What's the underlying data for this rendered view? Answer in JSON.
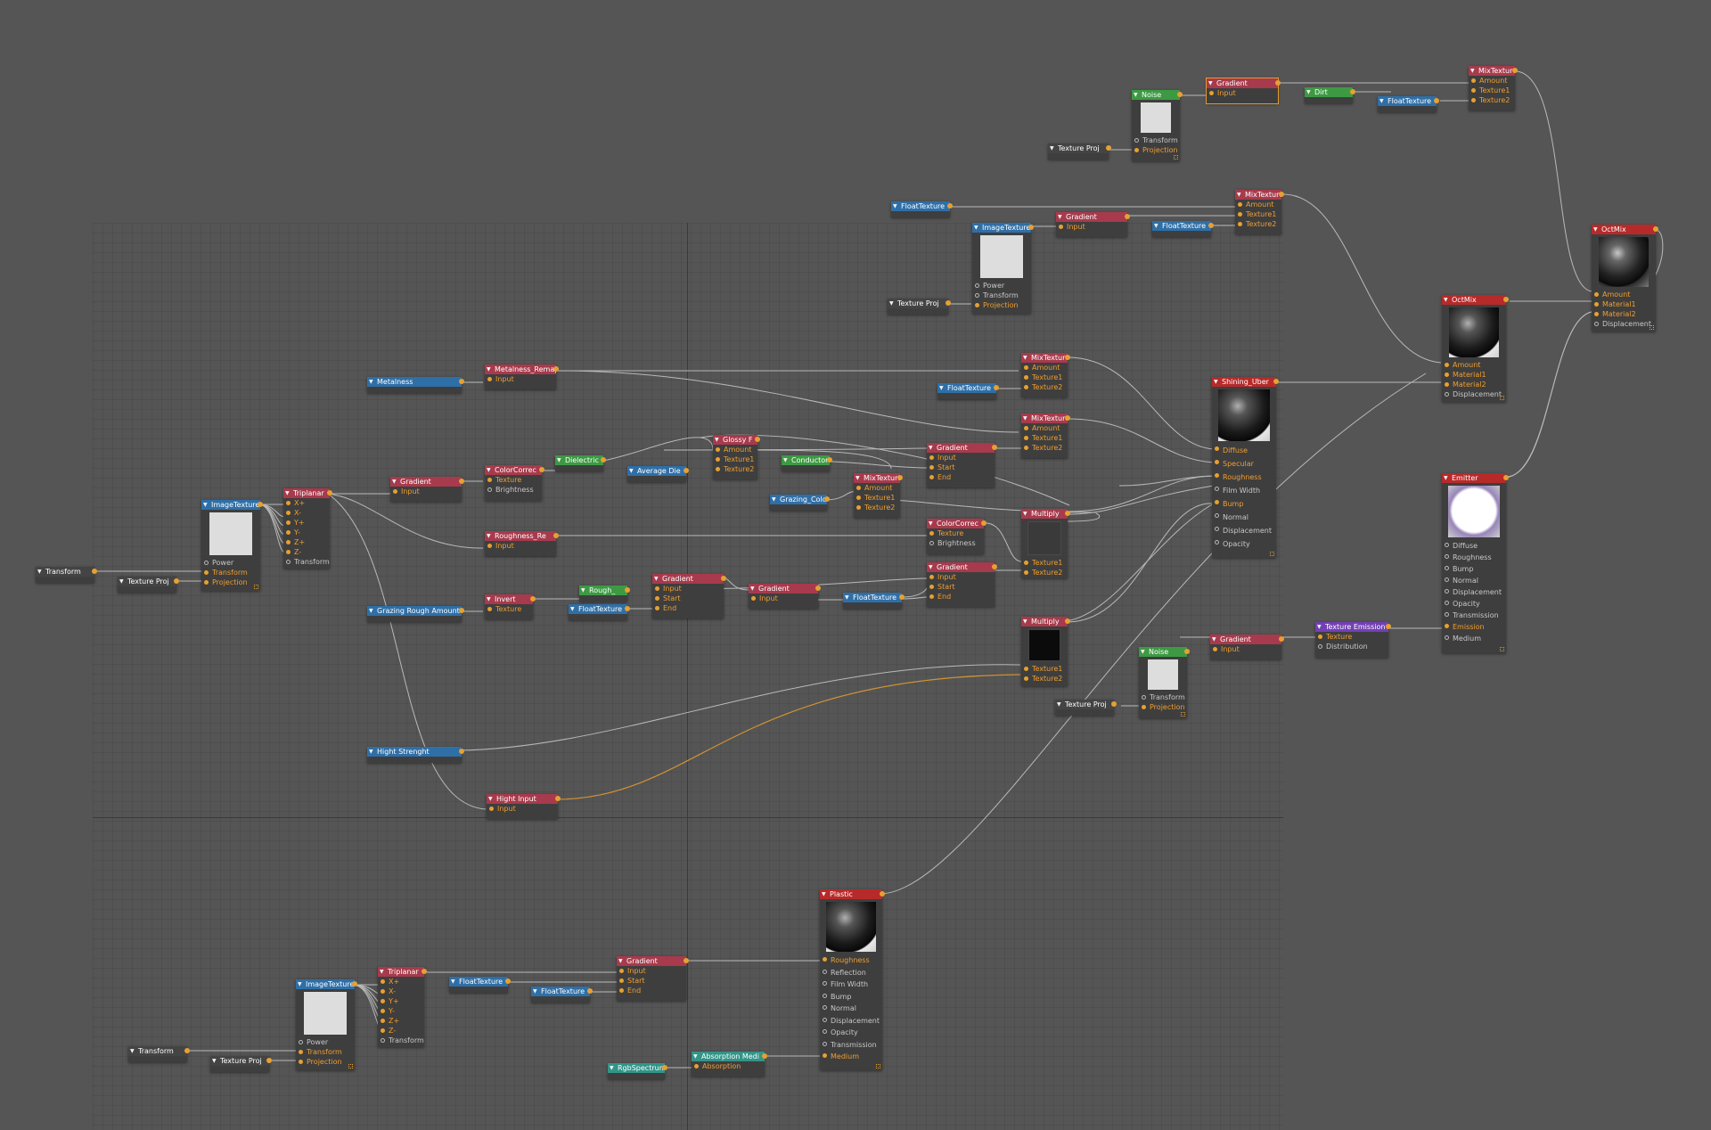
{
  "colors": {
    "background": "#555555",
    "port": "#e7a030",
    "texture_node": "#a73a4c",
    "material_node": "#b72a2a",
    "value_node": "#2f6fa7",
    "green_node": "#3d9a43",
    "teal_node": "#339488",
    "emission_node": "#7340b3"
  },
  "icons": {
    "collapse": "triangle-down-icon",
    "port": "port-dot-icon",
    "resize": "resize-grip-icon"
  },
  "nodes": {
    "noise_top": {
      "title": "Noise",
      "ports": [
        "Transform",
        "Projection"
      ]
    },
    "tex_proj_top": {
      "title": "Texture Proj"
    },
    "gradient_top": {
      "title": "Gradient",
      "ports": [
        "Input"
      ]
    },
    "dirt": {
      "title": "Dirt"
    },
    "float_dirt": {
      "title": "FloatTexture"
    },
    "mix_top": {
      "title": "MixTexture",
      "ports": [
        "Amount",
        "Texture1",
        "Texture2"
      ]
    },
    "float_upper": {
      "title": "FloatTexture"
    },
    "image_upper": {
      "title": "ImageTexture",
      "ports": [
        "Power",
        "Transform",
        "Projection"
      ]
    },
    "gradient_upper": {
      "title": "Gradient",
      "ports": [
        "Input"
      ]
    },
    "float_upper2": {
      "title": "FloatTexture"
    },
    "mix_upper": {
      "title": "MixTexture",
      "ports": [
        "Amount",
        "Texture1",
        "Texture2"
      ]
    },
    "tex_proj_upper": {
      "title": "Texture Proj"
    },
    "octmix_top": {
      "title": "OctMix",
      "ports": [
        "Amount",
        "Material1",
        "Material2",
        "Displacement"
      ]
    },
    "octmix_mid": {
      "title": "OctMix",
      "ports": [
        "Amount",
        "Material1",
        "Material2",
        "Displacement"
      ]
    },
    "metalness": {
      "title": "Metalness"
    },
    "metalness_remap": {
      "title": "Metalness_Remap",
      "ports": [
        "Input"
      ]
    },
    "mix_a": {
      "title": "MixTexture",
      "ports": [
        "Amount",
        "Texture1",
        "Texture2"
      ]
    },
    "float_mix_a": {
      "title": "FloatTexture"
    },
    "mix_b": {
      "title": "MixTexture",
      "ports": [
        "Amount",
        "Texture1",
        "Texture2"
      ]
    },
    "shining_uber": {
      "title": "Shining_Uber",
      "ports": [
        "Diffuse",
        "Specular",
        "Roughness",
        "Film Width",
        "Bump",
        "Normal",
        "Displacement",
        "Opacity"
      ]
    },
    "glossy": {
      "title": "Glossy F",
      "ports": [
        "Amount",
        "Texture1",
        "Texture2"
      ]
    },
    "dielectric": {
      "title": "Dielectric"
    },
    "average_die": {
      "title": "Average Die"
    },
    "conductor": {
      "title": "Conductor"
    },
    "gradient_glossy": {
      "title": "Gradient",
      "ports": [
        "Input",
        "Start",
        "End"
      ]
    },
    "mix_grazing": {
      "title": "MixTexture",
      "ports": [
        "Amount",
        "Texture1",
        "Texture2"
      ]
    },
    "grazing_color": {
      "title": "Grazing_Color"
    },
    "image_left": {
      "title": "ImageTexture",
      "ports": [
        "Power",
        "Transform",
        "Projection"
      ]
    },
    "triplanar_left": {
      "title": "Triplanar",
      "ports": [
        "X+",
        "X-",
        "Y+",
        "Y-",
        "Z+",
        "Z-",
        "Transform"
      ]
    },
    "gradient_left": {
      "title": "Gradient",
      "ports": [
        "Input"
      ]
    },
    "colorcorrect_left": {
      "title": "ColorCorrec",
      "ports": [
        "Texture",
        "Brightness"
      ]
    },
    "transform_left": {
      "title": "Transform"
    },
    "tex_proj_left": {
      "title": "Texture Proj"
    },
    "roughness_re": {
      "title": "Roughness_Re",
      "ports": [
        "Input"
      ]
    },
    "colorcorrect_mid": {
      "title": "ColorCorrec",
      "ports": [
        "Texture",
        "Brightness"
      ]
    },
    "multiply_top": {
      "title": "Multiply",
      "ports": [
        "Texture1",
        "Texture2"
      ]
    },
    "gradient_rough": {
      "title": "Gradient",
      "ports": [
        "Input",
        "Start",
        "End"
      ]
    },
    "gradient_mid_a": {
      "title": "Gradient",
      "ports": [
        "Input",
        "Start",
        "End"
      ]
    },
    "gradient_mid_b": {
      "title": "Gradient",
      "ports": [
        "Input"
      ]
    },
    "float_mid": {
      "title": "FloatTexture"
    },
    "grazing_rough": {
      "title": "Grazing Rough Amount"
    },
    "invert": {
      "title": "Invert",
      "ports": [
        "Texture"
      ]
    },
    "rough_green": {
      "title": "Rough_"
    },
    "float_rough": {
      "title": "FloatTexture"
    },
    "multiply_bottom": {
      "title": "Multiply",
      "ports": [
        "Texture1",
        "Texture2"
      ]
    },
    "noise_right": {
      "title": "Noise",
      "ports": [
        "Transform",
        "Projection"
      ]
    },
    "tex_proj_right": {
      "title": "Texture Proj"
    },
    "gradient_right": {
      "title": "Gradient",
      "ports": [
        "Input"
      ]
    },
    "texture_emission": {
      "title": "Texture Emission",
      "ports": [
        "Texture",
        "Distribution"
      ]
    },
    "emitter": {
      "title": "Emitter",
      "ports": [
        "Diffuse",
        "Roughness",
        "Bump",
        "Normal",
        "Displacement",
        "Opacity",
        "Transmission",
        "Emission",
        "Medium"
      ]
    },
    "hight_strenght": {
      "title": "Hight Strenght"
    },
    "hight_input": {
      "title": "Hight Input",
      "ports": [
        "Input"
      ]
    },
    "plastic": {
      "title": "Plastic",
      "ports": [
        "Roughness",
        "Reflection",
        "Film Width",
        "Bump",
        "Normal",
        "Displacement",
        "Opacity",
        "Transmission",
        "Medium"
      ]
    },
    "gradient_bottom": {
      "title": "Gradient",
      "ports": [
        "Input",
        "Start",
        "End"
      ]
    },
    "triplanar_bottom": {
      "title": "Triplanar",
      "ports": [
        "X+",
        "X-",
        "Y+",
        "Y-",
        "Z+",
        "Z-",
        "Transform"
      ]
    },
    "float_bottom_a": {
      "title": "FloatTexture"
    },
    "float_bottom_b": {
      "title": "FloatTexture"
    },
    "image_bottom": {
      "title": "ImageTexture",
      "ports": [
        "Power",
        "Transform",
        "Projection"
      ]
    },
    "transform_bottom": {
      "title": "Transform"
    },
    "tex_proj_bottom": {
      "title": "Texture Proj"
    },
    "rgb_spectrum": {
      "title": "RgbSpectrum"
    },
    "absorption": {
      "title": "Absorption Medi",
      "ports": [
        "Absorption"
      ]
    }
  }
}
